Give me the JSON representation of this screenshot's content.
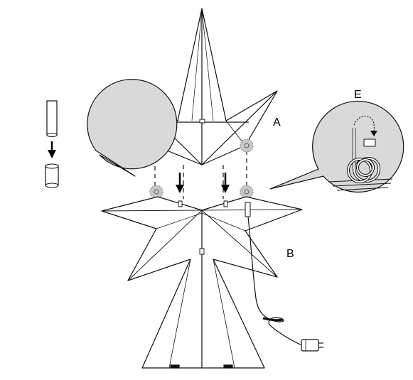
{
  "labels": {
    "top_star": "A",
    "base_star": "B",
    "cable_detail": "E"
  },
  "colors": {
    "line": "#111111",
    "detail_fill": "#d9d9d9",
    "joint_fill": "#c8c8c8"
  },
  "icons": {
    "insert_arrow": "arrow-down-icon",
    "cable_plug": "plug-icon",
    "cable_loop": "cable-loop-icon"
  }
}
